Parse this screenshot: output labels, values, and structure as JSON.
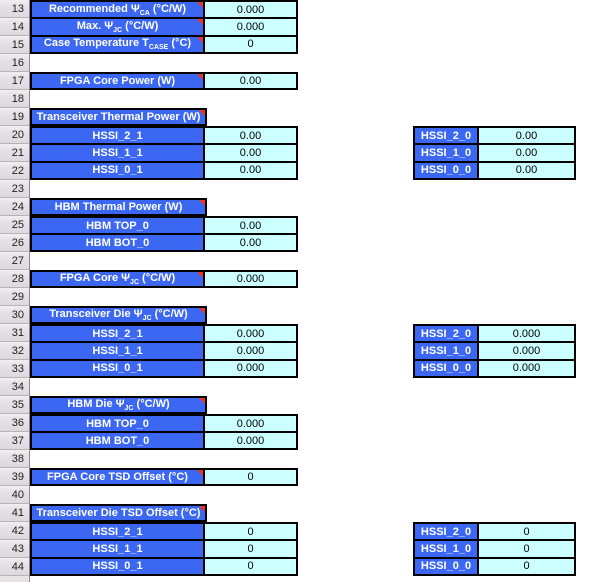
{
  "colors": {
    "label_blue": "#3b67f3",
    "value_cyan": "#ccffff",
    "note_red": "#ee3224",
    "header_gray": "#e6e2e6"
  },
  "row_numbers": [
    13,
    14,
    15,
    16,
    17,
    18,
    19,
    20,
    21,
    22,
    23,
    24,
    25,
    26,
    27,
    28,
    29,
    30,
    31,
    32,
    33,
    34,
    35,
    36,
    37,
    38,
    39,
    40,
    41,
    42,
    43,
    44
  ],
  "sections": {
    "thermal_inputs": {
      "rows": [
        {
          "prefix": "Recommended Ψ",
          "sub": "CA",
          "suffix": " (°C/W)",
          "value": "0.000"
        },
        {
          "prefix": "Max. Ψ",
          "sub": "JC",
          "suffix": " (°C/W)",
          "value": "0.000"
        },
        {
          "prefix": "Case Temperature T",
          "sub": "CASE",
          "suffix": " (°C)",
          "value": "0"
        }
      ]
    },
    "fpga_core_power": {
      "label": "FPGA Core Power (W)",
      "value": "0.00"
    },
    "transceiver_thermal_power": {
      "header": "Transceiver Thermal Power (W)",
      "rows": [
        {
          "label": "HSSI_2_1",
          "value": "0.00"
        },
        {
          "label": "HSSI_1_1",
          "value": "0.00"
        },
        {
          "label": "HSSI_0_1",
          "value": "0.00"
        }
      ]
    },
    "hbm_thermal_power": {
      "header": "HBM Thermal Power (W)",
      "rows": [
        {
          "label": "HBM TOP_0",
          "value": "0.00"
        },
        {
          "label": "HBM BOT_0",
          "value": "0.00"
        }
      ]
    },
    "fpga_core_psi_jc": {
      "prefix": "FPGA Core Ψ",
      "sub": "JC",
      "suffix": " (°C/W)",
      "value": "0.000"
    },
    "transceiver_die_psi_jc": {
      "header_prefix": "Transceiver Die Ψ",
      "header_sub": "JC",
      "header_suffix": " (°C/W)",
      "rows": [
        {
          "label": "HSSI_2_1",
          "value": "0.000"
        },
        {
          "label": "HSSI_1_1",
          "value": "0.000"
        },
        {
          "label": "HSSI_0_1",
          "value": "0.000"
        }
      ]
    },
    "hbm_die_psi_jc": {
      "header_prefix": "HBM Die Ψ",
      "header_sub": "JC",
      "header_suffix": " (°C/W)",
      "rows": [
        {
          "label": "HBM TOP_0",
          "value": "0.000"
        },
        {
          "label": "HBM BOT_0",
          "value": "0.000"
        }
      ]
    },
    "fpga_core_tsd_offset": {
      "label": "FPGA Core TSD Offset (°C)",
      "value": "0"
    },
    "transceiver_die_tsd_offset": {
      "header": "Transceiver Die TSD Offset (°C)",
      "rows": [
        {
          "label": "HSSI_2_1",
          "value": "0"
        },
        {
          "label": "HSSI_1_1",
          "value": "0"
        },
        {
          "label": "HSSI_0_1",
          "value": "0"
        }
      ]
    }
  },
  "right_tables": {
    "thermal_power": [
      {
        "label": "HSSI_2_0",
        "value": "0.00"
      },
      {
        "label": "HSSI_1_0",
        "value": "0.00"
      },
      {
        "label": "HSSI_0_0",
        "value": "0.00"
      }
    ],
    "die_psi_jc": [
      {
        "label": "HSSI_2_0",
        "value": "0.000"
      },
      {
        "label": "HSSI_1_0",
        "value": "0.000"
      },
      {
        "label": "HSSI_0_0",
        "value": "0.000"
      }
    ],
    "tsd_offset": [
      {
        "label": "HSSI_2_0",
        "value": "0"
      },
      {
        "label": "HSSI_1_0",
        "value": "0"
      },
      {
        "label": "HSSI_0_0",
        "value": "0"
      }
    ]
  }
}
